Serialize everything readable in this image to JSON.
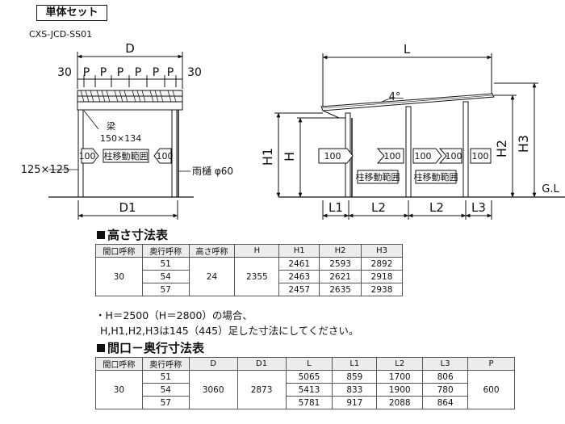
{
  "header": {
    "title": "単体セット",
    "code": "CXS-JCD-SS01"
  },
  "front_view": {
    "dim_D": "D",
    "dim_30": "30",
    "dim_P": "P",
    "beam_label": "梁",
    "beam_size": "150×134",
    "post_size": "125×125",
    "gutter": "雨樋 φ60",
    "dim_100": "100",
    "post_area": "柱移動範囲",
    "dim_D1": "D1"
  },
  "side_view": {
    "dim_L": "L",
    "slope": "4°",
    "dim_H1": "H1",
    "dim_H": "H",
    "dim_H2": "H2",
    "dim_H3": "H3",
    "gl": "G.L",
    "dim_100": "100",
    "post_area": "柱移動範囲",
    "dim_L1": "L1",
    "dim_L2": "L2",
    "dim_L3": "L3"
  },
  "height_table": {
    "title": "高さ寸法表",
    "headers": [
      "間口呼称",
      "奥行呼称",
      "高さ呼称",
      "H",
      "H1",
      "H2",
      "H3"
    ],
    "frontage": "30",
    "height_name": "24",
    "H": "2355",
    "rows": [
      [
        "51",
        "2461",
        "2593",
        "2892"
      ],
      [
        "54",
        "2463",
        "2621",
        "2918"
      ],
      [
        "57",
        "2457",
        "2635",
        "2938"
      ]
    ]
  },
  "notes": [
    "・H＝2500（H＝2800）の場合、",
    "H,H1,H2,H3は145（445）足した寸法にしてください。"
  ],
  "depth_table": {
    "title": "間口－奥行寸法表",
    "headers": [
      "間口呼称",
      "奥行呼称",
      "D",
      "D1",
      "L",
      "L1",
      "L2",
      "L3",
      "P"
    ],
    "frontage": "30",
    "D": "3060",
    "D1": "2873",
    "P": "600",
    "rows": [
      [
        "51",
        "5065",
        "859",
        "1700",
        "806"
      ],
      [
        "54",
        "5413",
        "833",
        "1900",
        "780"
      ],
      [
        "57",
        "5781",
        "917",
        "2088",
        "864"
      ]
    ]
  }
}
